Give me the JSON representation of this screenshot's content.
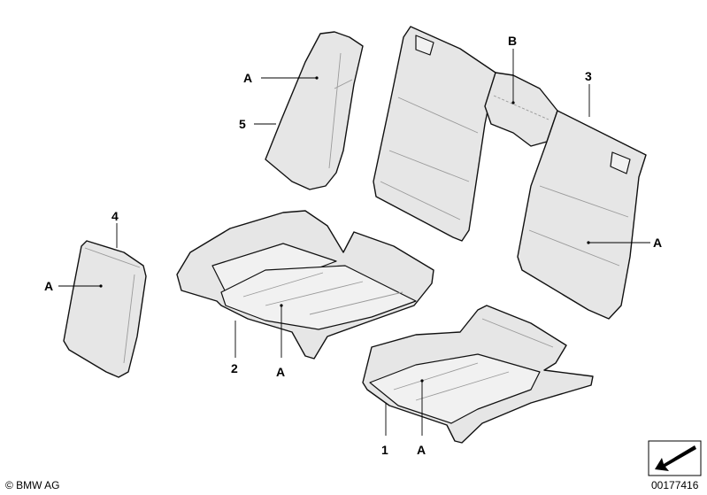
{
  "callouts": {
    "label_1": "1",
    "label_2": "2",
    "label_3": "3",
    "label_4": "4",
    "label_5": "5",
    "label_a": "A",
    "label_b": "B"
  },
  "footer": {
    "copyright": "© BMW AG",
    "diagram_number": "00177416"
  },
  "colors": {
    "part_fill": "#e6e6e6",
    "outline": "#111111"
  },
  "icons": {
    "corner_symbol": "arrow-icon"
  }
}
